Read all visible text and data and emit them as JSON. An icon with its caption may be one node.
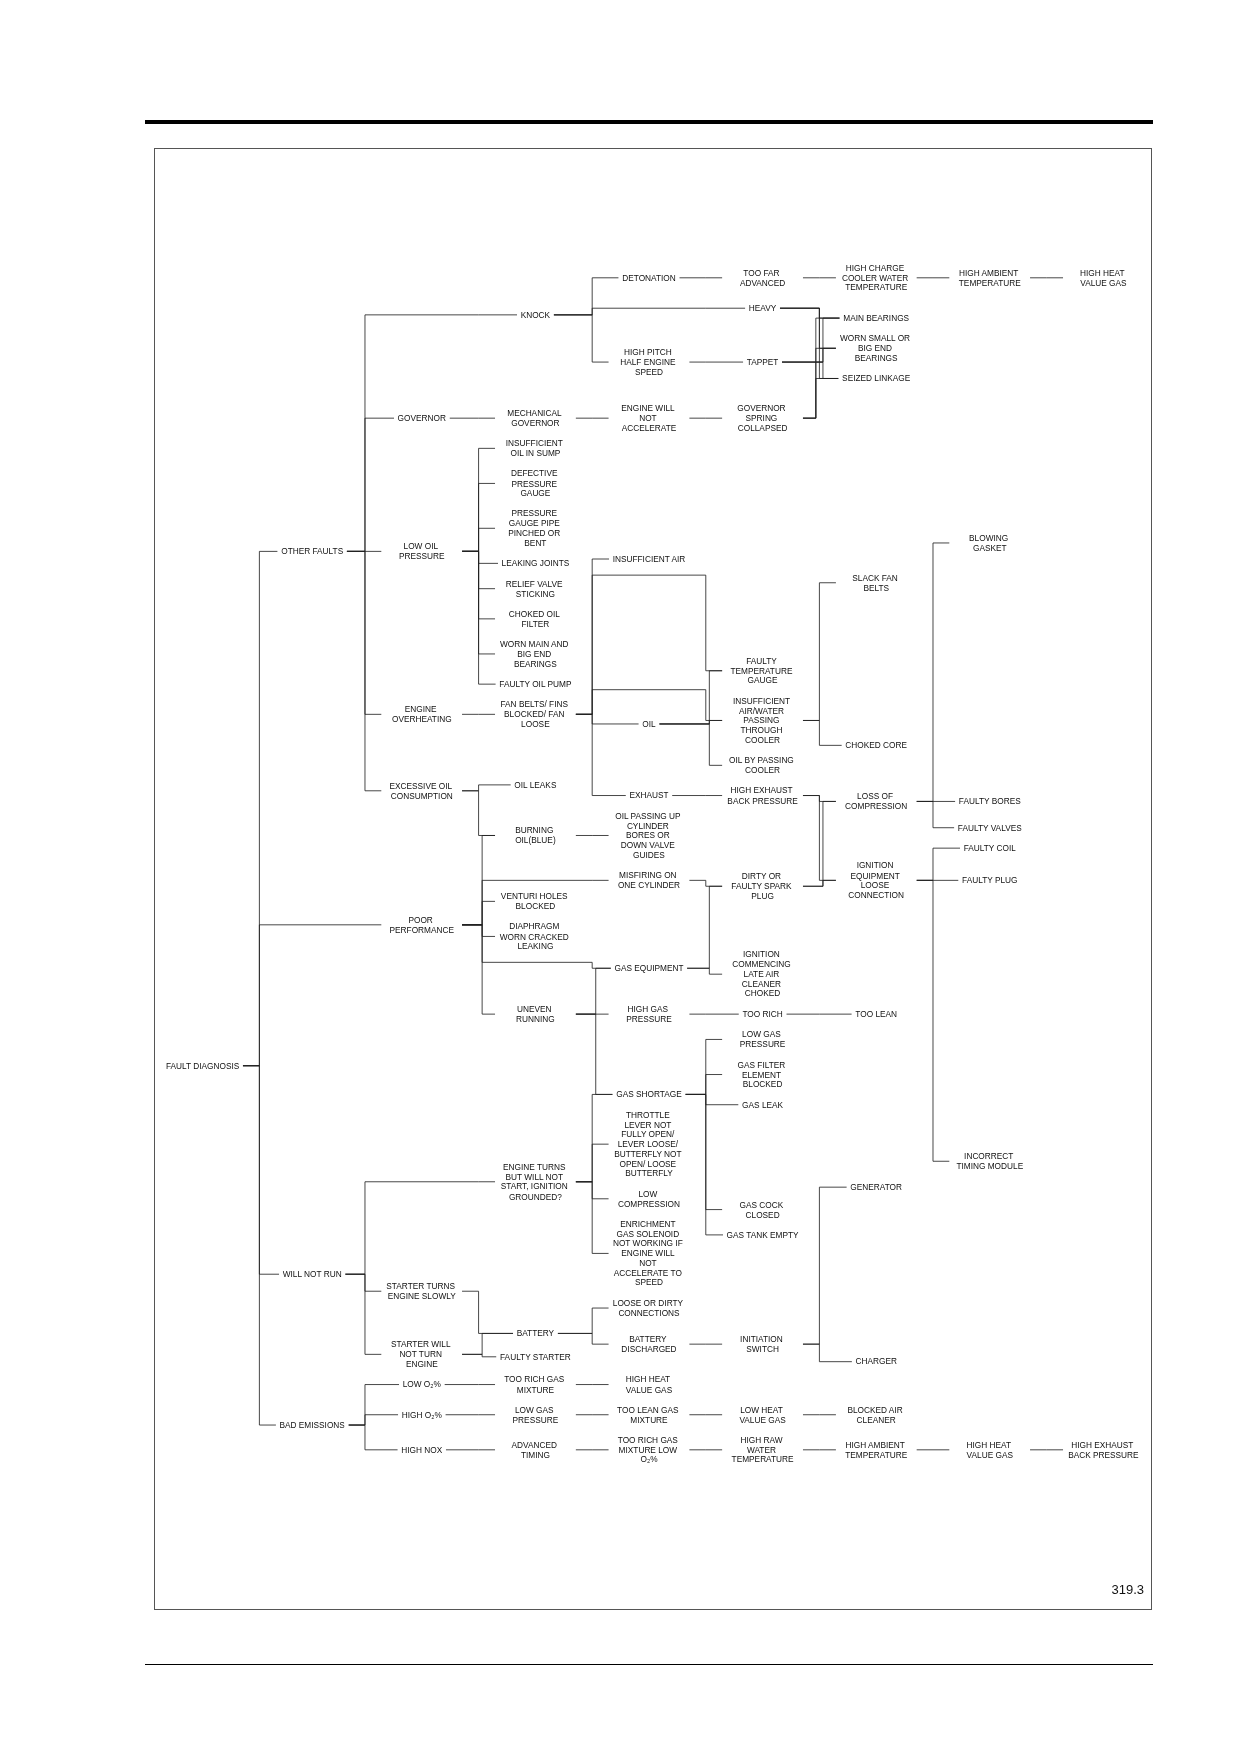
{
  "diagram": {
    "nodes": [
      {
        "text": [
          "FAULT DIAGNOSIS"
        ]
      },
      {
        "text": [
          "OTHER FAULTS"
        ]
      },
      {
        "text": [
          "KNOCK"
        ]
      },
      {
        "text": [
          "DETONATION"
        ]
      },
      {
        "text": [
          "TOO FAR ADVANCED"
        ]
      },
      {
        "text": [
          "HIGH CHARGE COOLER WATER TEMPERATURE"
        ]
      },
      {
        "text": [
          "HIGH AMBIENT TEMPERATURE"
        ]
      },
      {
        "text": [
          "HIGH HEAT VALUE GAS"
        ]
      },
      {
        "text": [
          "HEAVY"
        ]
      },
      {
        "text": [
          "HIGH PITCH HALF ENGINE SPEED"
        ]
      },
      {
        "text": [
          "TAPPET"
        ]
      },
      {
        "text": [
          "GOVERNOR"
        ]
      },
      {
        "text": [
          "MECHANICAL GOVERNOR"
        ]
      },
      {
        "text": [
          "ENGINE WILL NOT ACCELERATE"
        ]
      },
      {
        "text": [
          "GOVERNOR SPRING COLLAPSED"
        ]
      },
      {
        "text": [
          "MAIN BEARINGS"
        ]
      },
      {
        "text": [
          "WORN SMALL OR BIG END BEARINGS"
        ]
      },
      {
        "text": [
          "SEIZED LINKAGE"
        ]
      },
      {
        "text": [
          "LOW OIL PRESSURE"
        ]
      },
      {
        "text": [
          "INSUFFICIENT OIL IN SUMP"
        ]
      },
      {
        "text": [
          "DEFECTIVE PRESSURE GAUGE"
        ]
      },
      {
        "text": [
          "PRESSURE GAUGE PIPE PINCHED OR BENT"
        ]
      },
      {
        "text": [
          "LEAKING JOINTS"
        ]
      },
      {
        "text": [
          "RELIEF VALVE STICKING"
        ]
      },
      {
        "text": [
          "CHOKED OIL FILTER"
        ]
      },
      {
        "text": [
          "WORN MAIN AND BIG END BEARINGS"
        ]
      },
      {
        "text": [
          "FAULTY OIL PUMP"
        ]
      },
      {
        "text": [
          "ENGINE OVERHEATING"
        ]
      },
      {
        "text": [
          "FAN BELTS/ FINS BLOCKED/ FAN LOOSE"
        ]
      },
      {
        "text": [
          "INSUFFICIENT AIR"
        ]
      },
      {
        "text": [
          "FAULTY TEMPERATURE GAUGE"
        ]
      },
      {
        "text": [
          "INSUFFICIENT AIR/WATER PASSING THROUGH COOLER"
        ]
      },
      {
        "text": [
          "SLACK FAN BELTS"
        ]
      },
      {
        "text": [
          "CHOKED CORE"
        ]
      },
      {
        "text": [
          "OIL"
        ]
      },
      {
        "text": [
          "OIL BY PASSING COOLER"
        ]
      },
      {
        "text": [
          "EXHAUST"
        ]
      },
      {
        "text": [
          "HIGH EXHAUST BACK PRESSURE"
        ]
      },
      {
        "text": [
          "LOSS OF COMPRESSION"
        ]
      },
      {
        "text": [
          "BLOWING GASKET"
        ]
      },
      {
        "text": [
          "FAULTY BORES"
        ]
      },
      {
        "text": [
          "FAULTY VALVES"
        ]
      },
      {
        "text": [
          "EXCESSIVE OIL CONSUMPTION"
        ]
      },
      {
        "text": [
          "OIL LEAKS"
        ]
      },
      {
        "text": [
          "BURNING OIL(BLUE)"
        ]
      },
      {
        "text": [
          "OIL PASSING UP CYLINDER BORES OR DOWN VALVE GUIDES"
        ]
      },
      {
        "text": [
          "POOR PERFORMANCE"
        ]
      },
      {
        "text": [
          "MISFIRING ON ONE CYLINDER"
        ]
      },
      {
        "text": [
          "VENTURI HOLES BLOCKED"
        ]
      },
      {
        "text": [
          "DIAPHRAGM WORN CRACKED LEAKING"
        ]
      },
      {
        "text": [
          "GAS EQUIPMENT"
        ]
      },
      {
        "text": [
          "DIRTY OR FAULTY SPARK PLUG"
        ]
      },
      {
        "text": [
          "IGNITION COMMENCING LATE AIR CLEANER CHOKED"
        ]
      },
      {
        "text": [
          "IGNITION EQUIPMENT LOOSE CONNECTION"
        ]
      },
      {
        "text": [
          "FAULTY COIL"
        ]
      },
      {
        "text": [
          "FAULTY PLUG"
        ]
      },
      {
        "text": [
          "INCORRECT TIMING MODULE"
        ]
      },
      {
        "text": [
          "UNEVEN RUNNING"
        ]
      },
      {
        "text": [
          "HIGH GAS PRESSURE"
        ]
      },
      {
        "text": [
          "TOO RICH"
        ]
      },
      {
        "text": [
          "TOO LEAN"
        ]
      },
      {
        "text": [
          "GAS SHORTAGE"
        ]
      },
      {
        "text": [
          "LOW GAS PRESSURE"
        ]
      },
      {
        "text": [
          "GAS FILTER ELEMENT BLOCKED"
        ]
      },
      {
        "text": [
          "GAS LEAK"
        ]
      },
      {
        "text": [
          "GAS COCK CLOSED"
        ]
      },
      {
        "text": [
          "GAS TANK EMPTY"
        ]
      },
      {
        "text": [
          "WILL NOT RUN"
        ]
      },
      {
        "text": [
          "ENGINE TURNS BUT WILL NOT START, IGNITION GROUNDED?"
        ]
      },
      {
        "text": [
          "THROTTLE LEVER NOT FULLY OPEN/ LEVER LOOSE/ BUTTERFLY NOT OPEN/ LOOSE BUTTERFLY"
        ]
      },
      {
        "text": [
          "LOW COMPRESSION"
        ]
      },
      {
        "text": [
          "ENRICHMENT GAS SOLENOID NOT WORKING IF ENGINE WILL NOT ACCELERATE TO SPEED"
        ]
      },
      {
        "text": [
          "STARTER TURNS ENGINE SLOWLY"
        ]
      },
      {
        "text": [
          "STARTER WILL NOT TURN ENGINE"
        ]
      },
      {
        "text": [
          "BATTERY"
        ]
      },
      {
        "text": [
          "LOOSE OR DIRTY CONNECTIONS"
        ]
      },
      {
        "text": [
          "BATTERY DISCHARGED"
        ]
      },
      {
        "text": [
          "INITIATION SWITCH"
        ]
      },
      {
        "text": [
          "GENERATOR"
        ]
      },
      {
        "text": [
          "CHARGER"
        ]
      },
      {
        "text": [
          "FAULTY STARTER"
        ]
      },
      {
        "text": [
          "BAD EMISSIONS"
        ]
      },
      {
        "text": [
          "LOW O₂%"
        ]
      },
      {
        "text": [
          "TOO RICH GAS MIXTURE"
        ]
      },
      {
        "text": [
          "HIGH HEAT VALUE GAS"
        ]
      },
      {
        "text": [
          "HIGH O₂%"
        ]
      },
      {
        "text": [
          "LOW GAS PRESSURE"
        ]
      },
      {
        "text": [
          "TOO LEAN GAS MIXTURE"
        ]
      },
      {
        "text": [
          "LOW HEAT VALUE GAS"
        ]
      },
      {
        "text": [
          "BLOCKED AIR CLEANER"
        ]
      },
      {
        "text": [
          "HIGH NOX"
        ]
      },
      {
        "text": [
          "ADVANCED TIMING"
        ]
      },
      {
        "text": [
          "TOO RICH GAS MIXTURE LOW O₂%"
        ]
      },
      {
        "text": [
          "HIGH RAW WATER TEMPERATURE"
        ]
      },
      {
        "text": [
          "HIGH AMBIENT TEMPERATURE"
        ]
      },
      {
        "text": [
          "HIGH HEAT VALUE GAS"
        ]
      },
      {
        "text": [
          "HIGH EXHAUST BACK PRESSURE"
        ]
      }
    ],
    "edges": [
      {
        "from": 0,
        "to": 1,
        "arrow": "none"
      },
      {
        "from": 0,
        "to": 46,
        "arrow": "none"
      },
      {
        "from": 0,
        "to": 67,
        "arrow": "none"
      },
      {
        "from": 0,
        "to": 81,
        "arrow": "none"
      },
      {
        "from": 1,
        "to": 2,
        "arrow": "none"
      },
      {
        "from": 1,
        "to": 11,
        "arrow": "none"
      },
      {
        "from": 1,
        "to": 18,
        "arrow": "none"
      },
      {
        "from": 1,
        "to": 27,
        "arrow": "none"
      },
      {
        "from": 1,
        "to": 42,
        "arrow": "none"
      },
      {
        "from": 2,
        "to": 3,
        "arrow": "none"
      },
      {
        "from": 2,
        "to": 8,
        "arrow": "none"
      },
      {
        "from": 2,
        "to": 9,
        "arrow": "none"
      },
      {
        "from": 3,
        "to": 4,
        "arrow": "none"
      },
      {
        "from": 4,
        "to": 5,
        "arrow": "none"
      },
      {
        "from": 5,
        "to": 6,
        "arrow": "none"
      },
      {
        "from": 6,
        "to": 7,
        "arrow": "none"
      },
      {
        "from": 9,
        "to": 10,
        "arrow": "none"
      },
      {
        "from": 11,
        "to": 12,
        "arrow": "none"
      },
      {
        "from": 12,
        "to": 13,
        "arrow": "none"
      },
      {
        "from": 13,
        "to": 14,
        "arrow": "none"
      },
      {
        "from": 8,
        "to": 15,
        "arrow": "none"
      },
      {
        "from": 8,
        "to": 16,
        "arrow": "none"
      },
      {
        "from": 8,
        "to": 17,
        "arrow": "none"
      },
      {
        "from": 10,
        "to": 15,
        "arrow": "none"
      },
      {
        "from": 10,
        "to": 16,
        "arrow": "none"
      },
      {
        "from": 10,
        "to": 17,
        "arrow": "none"
      },
      {
        "from": 14,
        "to": 15,
        "arrow": "none"
      },
      {
        "from": 14,
        "to": 16,
        "arrow": "none"
      },
      {
        "from": 14,
        "to": 17,
        "arrow": "none"
      },
      {
        "from": 18,
        "to": 19,
        "arrow": "none"
      },
      {
        "from": 18,
        "to": 20,
        "arrow": "none"
      },
      {
        "from": 18,
        "to": 21,
        "arrow": "none"
      },
      {
        "from": 18,
        "to": 22,
        "arrow": "none"
      },
      {
        "from": 18,
        "to": 23,
        "arrow": "none"
      },
      {
        "from": 18,
        "to": 24,
        "arrow": "none"
      },
      {
        "from": 18,
        "to": 25,
        "arrow": "none"
      },
      {
        "from": 18,
        "to": 26,
        "arrow": "none"
      },
      {
        "from": 27,
        "to": 28,
        "arrow": "none"
      },
      {
        "from": 28,
        "to": 29,
        "arrow": "none"
      },
      {
        "from": 28,
        "to": 30,
        "arrow": "none"
      },
      {
        "from": 28,
        "to": 31,
        "arrow": "none"
      },
      {
        "from": 28,
        "to": 34,
        "arrow": "none"
      },
      {
        "from": 28,
        "to": 36,
        "arrow": "none"
      },
      {
        "from": 34,
        "to": 30,
        "arrow": "none"
      },
      {
        "from": 34,
        "to": 35,
        "arrow": "none"
      },
      {
        "from": 34,
        "to": 31,
        "arrow": "none"
      },
      {
        "from": 31,
        "to": 32,
        "arrow": "none"
      },
      {
        "from": 31,
        "to": 33,
        "arrow": "none"
      },
      {
        "from": 36,
        "to": 37,
        "arrow": "none"
      },
      {
        "from": 37,
        "to": 38,
        "arrow": "none"
      },
      {
        "from": 37,
        "to": 53,
        "arrow": "none"
      },
      {
        "from": 51,
        "to": 38,
        "arrow": "none"
      },
      {
        "from": 51,
        "to": 53,
        "arrow": "none"
      },
      {
        "from": 38,
        "to": 39,
        "arrow": "none"
      },
      {
        "from": 38,
        "to": 40,
        "arrow": "none"
      },
      {
        "from": 38,
        "to": 41,
        "arrow": "none"
      },
      {
        "from": 42,
        "to": 43,
        "arrow": "none"
      },
      {
        "from": 42,
        "to": 44,
        "arrow": "none"
      },
      {
        "from": 44,
        "to": 45,
        "arrow": "none"
      },
      {
        "from": 46,
        "to": 44,
        "arrow": "none"
      },
      {
        "from": 46,
        "to": 47,
        "arrow": "none"
      },
      {
        "from": 46,
        "to": 48,
        "arrow": "none"
      },
      {
        "from": 46,
        "to": 49,
        "arrow": "none"
      },
      {
        "from": 46,
        "to": 50,
        "arrow": "none"
      },
      {
        "from": 46,
        "to": 57,
        "arrow": "none"
      },
      {
        "from": 47,
        "to": 51,
        "arrow": "none"
      },
      {
        "from": 50,
        "to": 51,
        "arrow": "none"
      },
      {
        "from": 50,
        "to": 52,
        "arrow": "none"
      },
      {
        "from": 53,
        "to": 54,
        "arrow": "none"
      },
      {
        "from": 53,
        "to": 55,
        "arrow": "none"
      },
      {
        "from": 53,
        "to": 56,
        "arrow": "none"
      },
      {
        "from": 57,
        "to": 50,
        "arrow": "none"
      },
      {
        "from": 57,
        "to": 58,
        "arrow": "none"
      },
      {
        "from": 57,
        "to": 61,
        "arrow": "none"
      },
      {
        "from": 58,
        "to": 59,
        "arrow": "none"
      },
      {
        "from": 59,
        "to": 60,
        "arrow": "none"
      },
      {
        "from": 61,
        "to": 62,
        "arrow": "none"
      },
      {
        "from": 61,
        "to": 63,
        "arrow": "none"
      },
      {
        "from": 61,
        "to": 64,
        "arrow": "none"
      },
      {
        "from": 61,
        "to": 65,
        "arrow": "none"
      },
      {
        "from": 61,
        "to": 66,
        "arrow": "none"
      },
      {
        "from": 67,
        "to": 68,
        "arrow": "none"
      },
      {
        "from": 67,
        "to": 72,
        "arrow": "none"
      },
      {
        "from": 67,
        "to": 73,
        "arrow": "none"
      },
      {
        "from": 68,
        "to": 61,
        "arrow": "none"
      },
      {
        "from": 68,
        "to": 69,
        "arrow": "none"
      },
      {
        "from": 68,
        "to": 70,
        "arrow": "none"
      },
      {
        "from": 68,
        "to": 71,
        "arrow": "none"
      },
      {
        "from": 72,
        "to": 74,
        "arrow": "none"
      },
      {
        "from": 73,
        "to": 74,
        "arrow": "none"
      },
      {
        "from": 73,
        "to": 80,
        "arrow": "none"
      },
      {
        "from": 74,
        "to": 75,
        "arrow": "none"
      },
      {
        "from": 74,
        "to": 76,
        "arrow": "none"
      },
      {
        "from": 76,
        "to": 77,
        "arrow": "none"
      },
      {
        "from": 77,
        "to": 78,
        "arrow": "none"
      },
      {
        "from": 77,
        "to": 79,
        "arrow": "none"
      },
      {
        "from": 81,
        "to": 82,
        "arrow": "none"
      },
      {
        "from": 81,
        "to": 85,
        "arrow": "none"
      },
      {
        "from": 81,
        "to": 90,
        "arrow": "none"
      },
      {
        "from": 82,
        "to": 83,
        "arrow": "none"
      },
      {
        "from": 83,
        "to": 84,
        "arrow": "none"
      },
      {
        "from": 85,
        "to": 86,
        "arrow": "none"
      },
      {
        "from": 86,
        "to": 87,
        "arrow": "none"
      },
      {
        "from": 87,
        "to": 88,
        "arrow": "none"
      },
      {
        "from": 88,
        "to": 89,
        "arrow": "none"
      },
      {
        "from": 90,
        "to": 91,
        "arrow": "none"
      },
      {
        "from": 91,
        "to": 92,
        "arrow": "none"
      },
      {
        "from": 92,
        "to": 93,
        "arrow": "none"
      },
      {
        "from": 93,
        "to": 94,
        "arrow": "none"
      },
      {
        "from": 94,
        "to": 95,
        "arrow": "none"
      },
      {
        "from": 95,
        "to": 96,
        "arrow": "none"
      }
    ],
    "labels": [
      "319.3"
    ]
  }
}
